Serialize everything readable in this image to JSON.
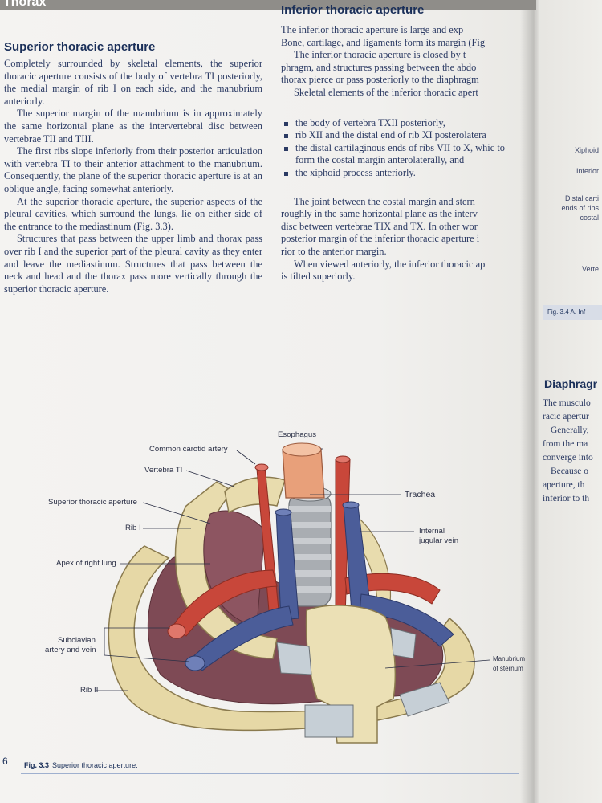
{
  "header": {
    "section": "Thorax"
  },
  "left": {
    "heading": "Superior thoracic aperture",
    "p1": "Completely surrounded by skeletal elements, the superior thoracic aperture consists of the body of vertebra TI posteriorly, the medial margin of rib I on each side, and the manubrium anteriorly.",
    "p2": "The superior margin of the manubrium is in approximately the same horizontal plane as the intervertebral disc between vertebrae TII and TIII.",
    "p3": "The first ribs slope inferiorly from their posterior articulation with vertebra TI to their anterior attachment to the manubrium. Consequently, the plane of the superior thoracic aperture is at an oblique angle, facing somewhat anteriorly.",
    "p4": "At the superior thoracic aperture, the superior aspects of the pleural cavities, which surround the lungs, lie on either side of the entrance to the mediastinum (Fig. 3.3).",
    "p5": "Structures that pass between the upper limb and thorax pass over rib I and the superior part of the pleural cavity as they enter and leave the mediastinum. Structures that pass between the neck and head and the thorax pass more vertically through the superior thoracic aperture."
  },
  "right": {
    "heading": "Inferior thoracic aperture",
    "p1": "The inferior thoracic aperture is large and exp",
    "p1b": "Bone, cartilage, and ligaments form its margin (Fig",
    "p2a": "The inferior thoracic aperture is closed by t",
    "p2b": "phragm, and structures passing between the abdo",
    "p2c": "thorax pierce or pass posteriorly to the diaphragm",
    "p3": "Skeletal elements of the inferior thoracic apert",
    "bullets": [
      "the body of vertebra TXII posteriorly,",
      "rib XII and the distal end of rib XI posterolatera",
      "the distal cartilaginous ends of ribs VII to X, whic to form the costal margin anterolaterally, and",
      "the xiphoid process anteriorly."
    ],
    "p4a": "The joint between the costal margin and stern",
    "p4b": "roughly in the same horizontal plane as the interv",
    "p4c": "disc between vertebrae TIX and TX. In other wor",
    "p4d": "posterior margin of the inferior thoracic aperture i",
    "p4e": "rior to the anterior margin.",
    "p5a": "When viewed anteriorly, the inferior thoracic ap",
    "p5b": "is tilted superiorly."
  },
  "next_page": {
    "labels": [
      "Xiphoid",
      "Inferior",
      "Distal carti",
      "ends of ribs",
      "costal",
      "Verte"
    ],
    "fig_ref": "Fig. 3.4 A. Inf",
    "heading": "Diaphragr",
    "lines": [
      "The musculo",
      "racic apertur",
      "Generally,",
      "from the ma",
      "converge into",
      "Because o",
      "aperture, th",
      "inferior to th"
    ]
  },
  "figure": {
    "labels": {
      "esophagus": "Esophagus",
      "common_carotid": "Common carotid artery",
      "vertebra_t1": "Vertebra TI",
      "superior_aperture": "Superior thoracic aperture",
      "trachea": "Trachea",
      "rib_i": "Rib I",
      "internal_jugular_1": "Internal",
      "internal_jugular_2": "jugular vein",
      "apex_lung": "Apex of right lung",
      "subclavian_1": "Subclavian",
      "subclavian_2": "artery and vein",
      "manubrium_1": "Manubrium",
      "manubrium_2": "of sternum",
      "rib_ii": "Rib II"
    },
    "caption_num": "Fig. 3.3",
    "caption_text": "Superior thoracic aperture.",
    "page_number": "6"
  },
  "colors": {
    "text": "#2b3a63",
    "heading": "#1a2f59",
    "artery": "#c8473a",
    "vein": "#4b5d99",
    "bone": "#e8dcae",
    "lung": "#7e4a55"
  }
}
